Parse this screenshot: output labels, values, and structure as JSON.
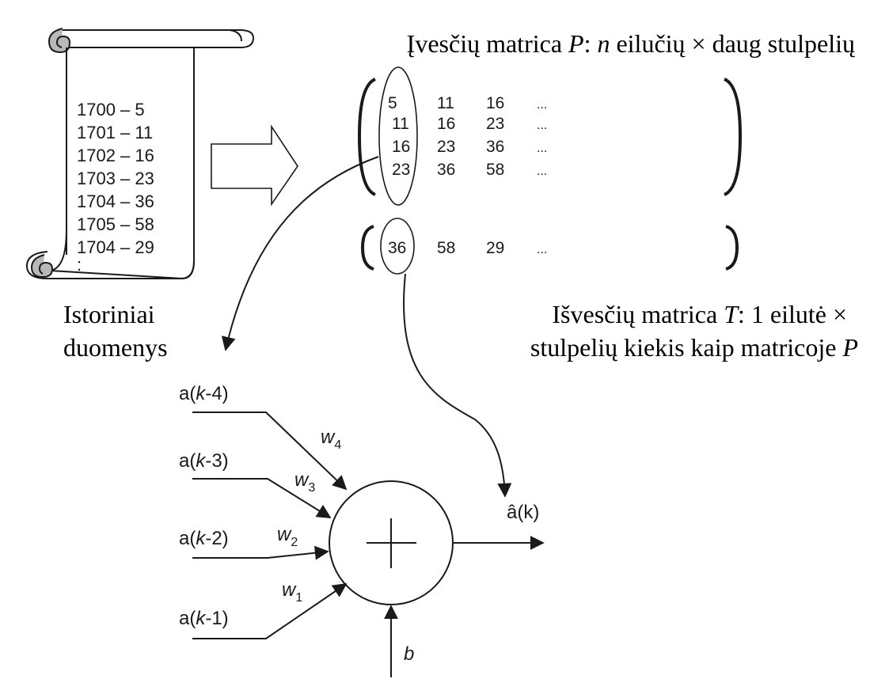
{
  "scroll": {
    "entries": [
      "1700 – 5",
      "1701 – 11",
      "1702 – 16",
      "1703 – 23",
      "1704 – 36",
      "1705 – 58",
      "1704 – 29",
      ":"
    ]
  },
  "labels": {
    "historical_line1": "Istoriniai",
    "historical_line2": "duomenys",
    "input_title_prefix": "Įvesčių matrica ",
    "input_title_var": "P",
    "input_title_mid": ": ",
    "input_title_n": "n",
    "input_title_suffix": " eilučių × daug stulpelių",
    "output_line1_prefix": "Išvesčių matrica ",
    "output_line1_var": "T",
    "output_line1_suffix": ": 1 eilutė ×",
    "output_line2_prefix": "stulpelių kiekis kaip matricoje ",
    "output_line2_var": "P"
  },
  "input_matrix": {
    "rows": [
      [
        "5",
        "11",
        "16",
        "..."
      ],
      [
        "11",
        "16",
        "23",
        "..."
      ],
      [
        "16",
        "23",
        "36",
        "..."
      ],
      [
        "23",
        "36",
        "58",
        "..."
      ]
    ]
  },
  "output_matrix": {
    "row": [
      "36",
      "58",
      "29",
      "..."
    ]
  },
  "neuron": {
    "inputs": [
      {
        "a": "a(",
        "k": "k",
        "rest": "-4)",
        "w": "w",
        "sub": "4"
      },
      {
        "a": "a(",
        "k": "k",
        "rest": "-3)",
        "w": "w",
        "sub": "3"
      },
      {
        "a": "a(",
        "k": "k",
        "rest": "-2)",
        "w": "w",
        "sub": "2"
      },
      {
        "a": "a(",
        "k": "k",
        "rest": "-1)",
        "w": "w",
        "sub": "1"
      }
    ],
    "output_label": "â(k)",
    "bias_label": "b",
    "sum_symbol": "+"
  }
}
